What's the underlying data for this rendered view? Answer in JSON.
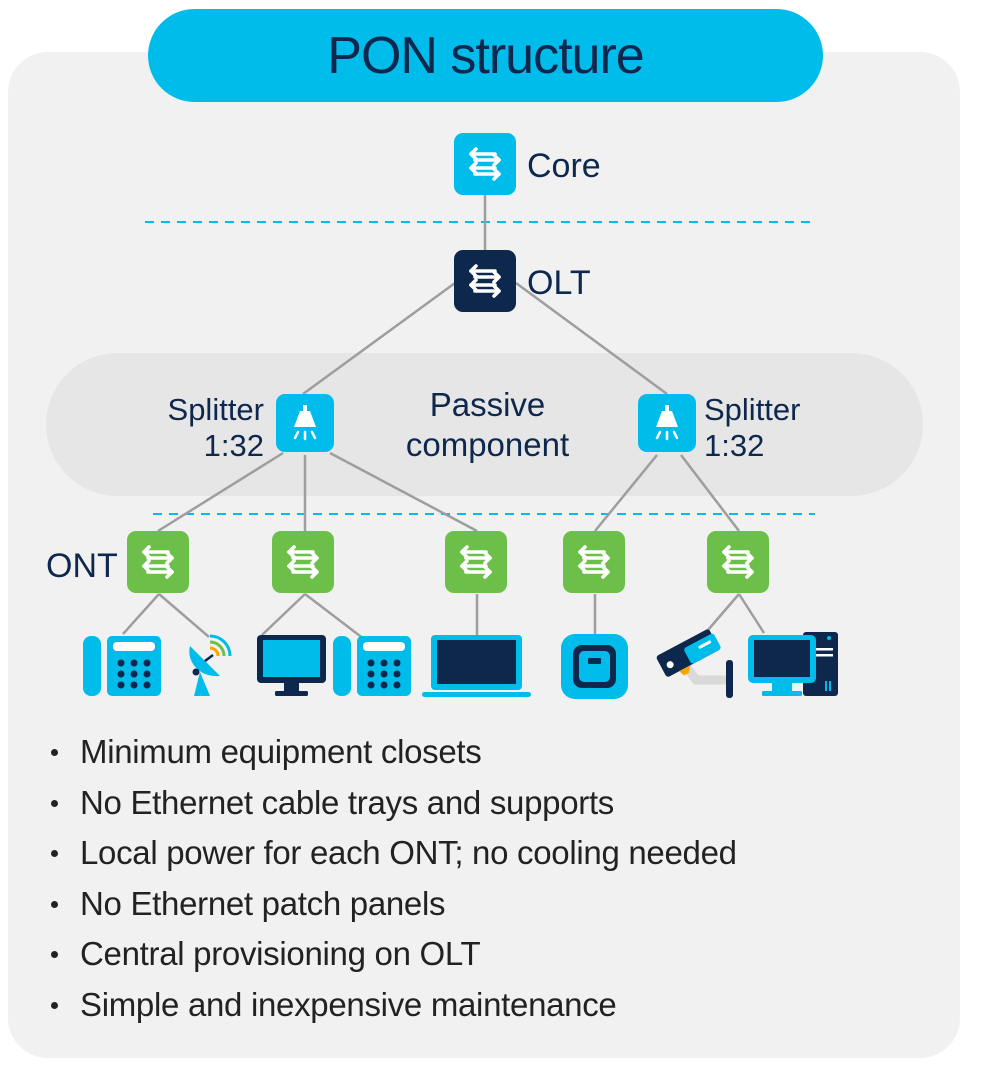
{
  "title": "PON structure",
  "colors": {
    "accent": "#00bceb",
    "dark": "#0d274d",
    "ont_green": "#6cc04a",
    "panel": "#f1f1f1",
    "passive_band": "#e6e6e6",
    "line": "#9e9e9e",
    "dashed_divider": "#00bceb"
  },
  "nodes": {
    "core": {
      "label": "Core",
      "icon": "switch-arrows-icon"
    },
    "olt": {
      "label": "OLT",
      "icon": "switch-arrows-icon"
    },
    "splitter_left": {
      "label_line1": "Splitter",
      "label_line2": "1:32",
      "icon": "splitter-lamp-icon"
    },
    "splitter_right": {
      "label_line1": "Splitter",
      "label_line2": "1:32",
      "icon": "splitter-lamp-icon"
    },
    "ont_label": "ONT",
    "onts": [
      {
        "id": "ont-1",
        "devices": [
          "desk-phone-icon",
          "satellite-dish-icon"
        ]
      },
      {
        "id": "ont-2",
        "devices": [
          "monitor-icon",
          "desk-phone-icon"
        ]
      },
      {
        "id": "ont-3",
        "devices": [
          "laptop-icon"
        ]
      },
      {
        "id": "ont-4",
        "devices": [
          "access-point-icon"
        ]
      },
      {
        "id": "ont-5",
        "devices": [
          "security-camera-icon",
          "desktop-computer-icon"
        ]
      }
    ]
  },
  "passive_component": {
    "line1": "Passive",
    "line2": "component"
  },
  "bullets": [
    "Minimum equipment closets",
    "No Ethernet cable trays and supports",
    "Local power for each ONT; no cooling needed",
    "No Ethernet patch panels",
    "Central provisioning on OLT",
    "Simple and inexpensive maintenance"
  ]
}
